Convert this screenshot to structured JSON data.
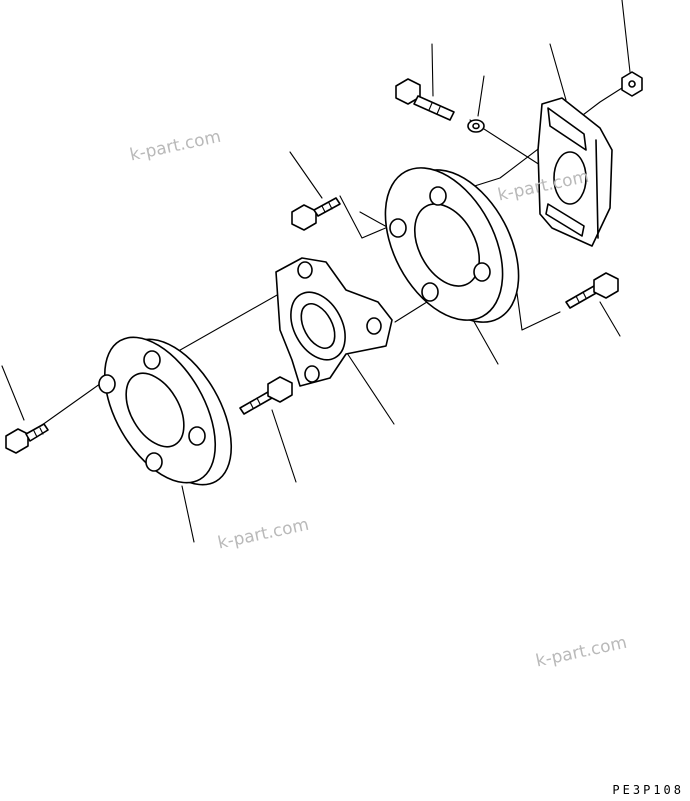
{
  "watermarks": [
    "k-part.com",
    "k-part.com",
    "k-part.com",
    "k-part.com"
  ],
  "drawing_code": "PE3P108",
  "colors": {
    "line": "#000000",
    "watermark": "#b9b9b9",
    "background": "#ffffff"
  }
}
